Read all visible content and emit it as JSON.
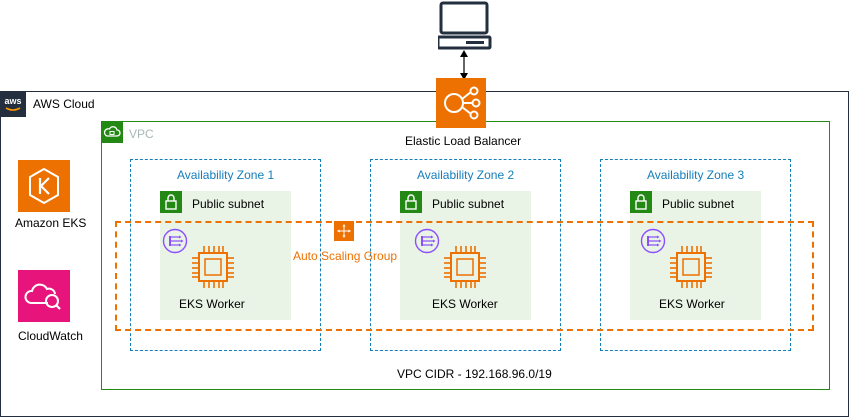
{
  "aws_cloud": {
    "label": "AWS Cloud",
    "logo_text": "aws"
  },
  "vpc": {
    "label": "VPC",
    "cidr": "VPC CIDR - 192.168.96.0/19"
  },
  "load_balancer": {
    "label": "Elastic Load Balancer"
  },
  "services": {
    "eks": {
      "label": "Amazon EKS"
    },
    "cloudwatch": {
      "label": "CloudWatch"
    }
  },
  "auto_scaling_group": {
    "label": "Auto Scaling Group"
  },
  "zones": [
    {
      "label": "Availability Zone 1",
      "subnet": "Public subnet",
      "worker": "EKS Worker"
    },
    {
      "label": "Availability Zone 2",
      "subnet": "Public subnet",
      "worker": "EKS Worker"
    },
    {
      "label": "Availability Zone 3",
      "subnet": "Public subnet",
      "worker": "EKS Worker"
    }
  ],
  "colors": {
    "aws_border": "#232f3e",
    "vpc_green": "#248814",
    "zone_blue": "#147eba",
    "asg_orange": "#ed7100",
    "cloudwatch_pink": "#e7157b",
    "node_purple": "#8c4fff"
  }
}
